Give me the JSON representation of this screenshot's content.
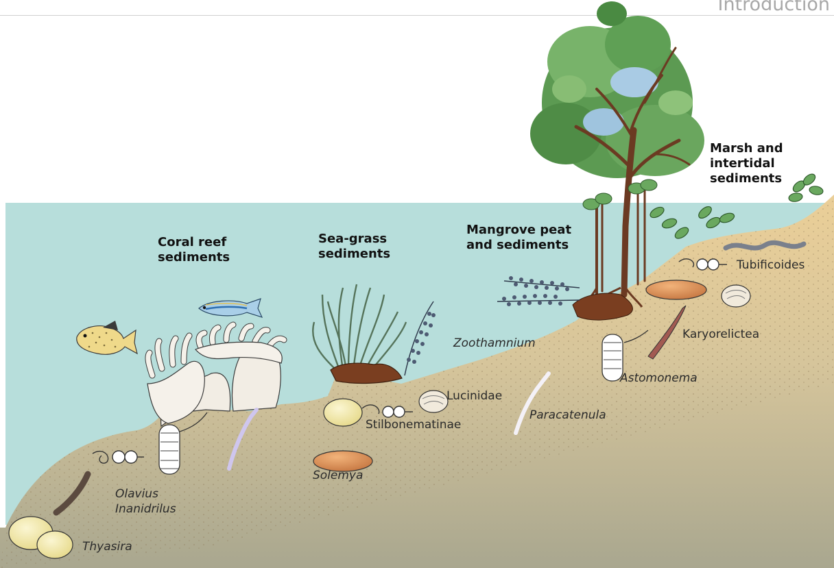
{
  "header": {
    "section_title": "Introduction"
  },
  "environments": {
    "coral_reef": {
      "line1": "Coral reef",
      "line2": "sediments"
    },
    "sea_grass": {
      "line1": "Sea-grass",
      "line2": "sediments"
    },
    "mangrove": {
      "line1": "Mangrove peat",
      "line2": "and sediments"
    },
    "marsh": {
      "line1": "Marsh and",
      "line2": "intertidal",
      "line3": "sediments"
    }
  },
  "organisms": {
    "thyasira": "Thyasira",
    "olavius": "Olavius",
    "inanidrilus": "Inanidrilus",
    "solemya": "Solemya",
    "stilbonematinae": "Stilbonematinae",
    "lucinidae": "Lucinidae",
    "zoothamnium": "Zoothamnium",
    "paracatenula": "Paracatenula",
    "astomonema": "Astomonema",
    "karyorelictea": "Karyorelictea",
    "tubificoides": "Tubificoides"
  },
  "colors": {
    "water": "#b7dedb",
    "sand": "#ebcf98",
    "deep_sediment": "#aeab92",
    "tree_foliage": "#5c9a52",
    "trunk": "#6b3a22",
    "clam_shell": "#f4eaa6",
    "solemya_shell": "#d98c56"
  }
}
